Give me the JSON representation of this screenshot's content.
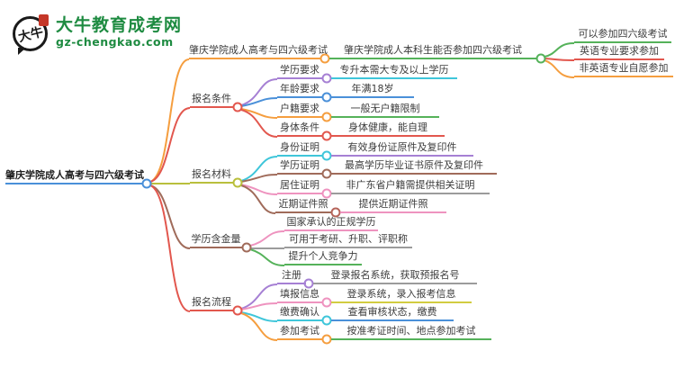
{
  "logo": {
    "icon_text": "大牛",
    "brand": "大牛教育成考网",
    "domain": "gz-chengkao.com"
  },
  "root": {
    "label": "肇庆学院成人高考与四六级考试"
  },
  "branches": [
    {
      "label": "肇庆学院成人高考与四六级考试",
      "children": [
        {
          "label": "肇庆学院成人本科生能否参加四六级考试",
          "children": [
            {
              "label": "可以参加四六级考试"
            },
            {
              "label": "英语专业要求参加"
            },
            {
              "label": "非英语专业自愿参加"
            }
          ]
        }
      ]
    },
    {
      "label": "报名条件",
      "children": [
        {
          "label": "学历要求",
          "value": "专升本需大专及以上学历"
        },
        {
          "label": "年龄要求",
          "value": "年满18岁"
        },
        {
          "label": "户籍要求",
          "value": "一般无户籍限制"
        },
        {
          "label": "身体条件",
          "value": "身体健康，能自理"
        }
      ]
    },
    {
      "label": "报名材料",
      "children": [
        {
          "label": "身份证明",
          "value": "有效身份证原件及复印件"
        },
        {
          "label": "学历证明",
          "value": "最高学历毕业证书原件及复印件"
        },
        {
          "label": "居住证明",
          "value": "非广东省户籍需提供相关证明"
        },
        {
          "label": "近期证件照",
          "value": "提供近期证件照"
        }
      ]
    },
    {
      "label": "学历含金量",
      "children": [
        {
          "label": "国家承认的正规学历"
        },
        {
          "label": "可用于考研、升职、评职称"
        },
        {
          "label": "提升个人竞争力"
        }
      ]
    },
    {
      "label": "报名流程",
      "children": [
        {
          "label": "注册",
          "value": "登录报名系统，获取预报名号"
        },
        {
          "label": "填报信息",
          "value": "登录系统，录入报考信息"
        },
        {
          "label": "缴费确认",
          "value": "查看审核状态，缴费"
        },
        {
          "label": "参加考试",
          "value": "按准考证时间、地点参加考试"
        }
      ]
    }
  ],
  "palette": {
    "blue": "#4a90d9",
    "orange": "#f59e3f",
    "red": "#e2574e",
    "green": "#55b25a",
    "cyan": "#3fc6da",
    "purple": "#a680d4",
    "olive": "#b9bf3c",
    "yellow": "#d2cc41",
    "brown": "#a06b5a",
    "pink": "#ee93bf",
    "gray": "#9b9b9b",
    "brand_green": "#1e8b41",
    "seal_red": "#c53728"
  }
}
